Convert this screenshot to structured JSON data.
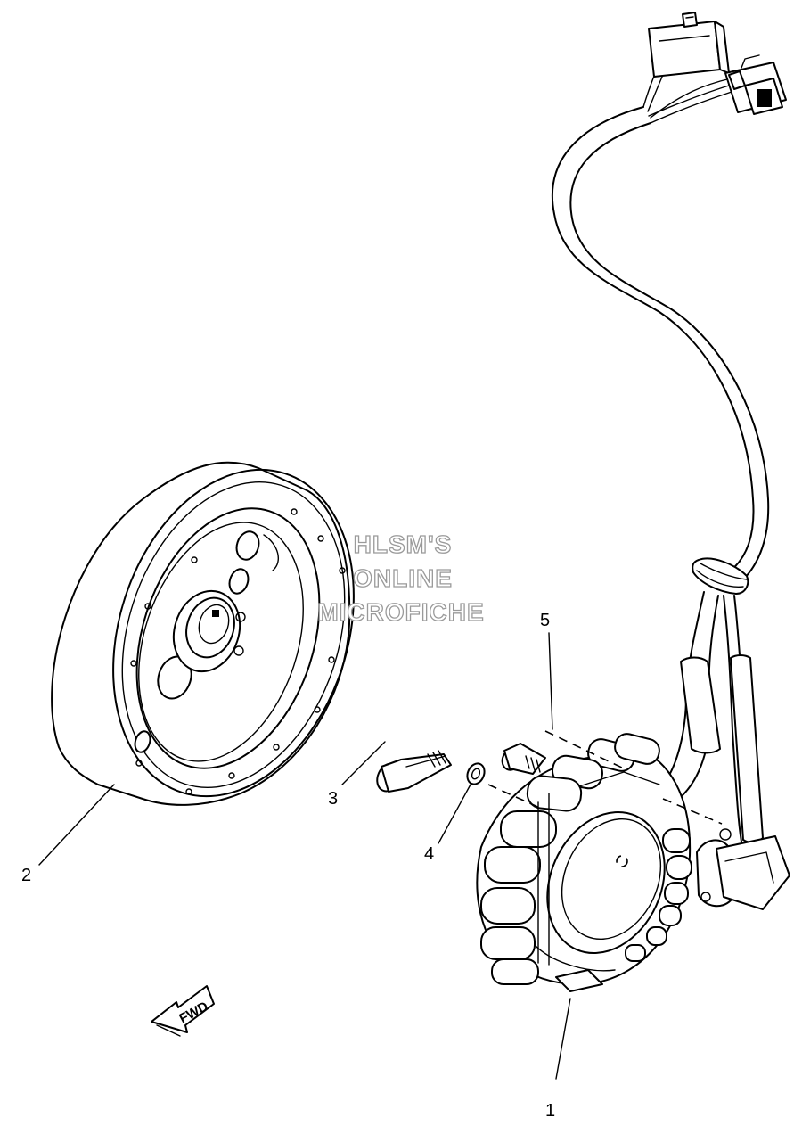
{
  "callouts": {
    "part1": "1",
    "part2": "2",
    "part3": "3",
    "part4": "4",
    "part5": "5"
  },
  "watermark": {
    "line1": "HLSM'S",
    "line2": "ONLINE",
    "line3": "MICROFICHE"
  },
  "direction_arrow": {
    "label": "FWD"
  },
  "colors": {
    "line": "#000000",
    "background": "#ffffff",
    "watermark_outline": "#9a9a9a"
  }
}
